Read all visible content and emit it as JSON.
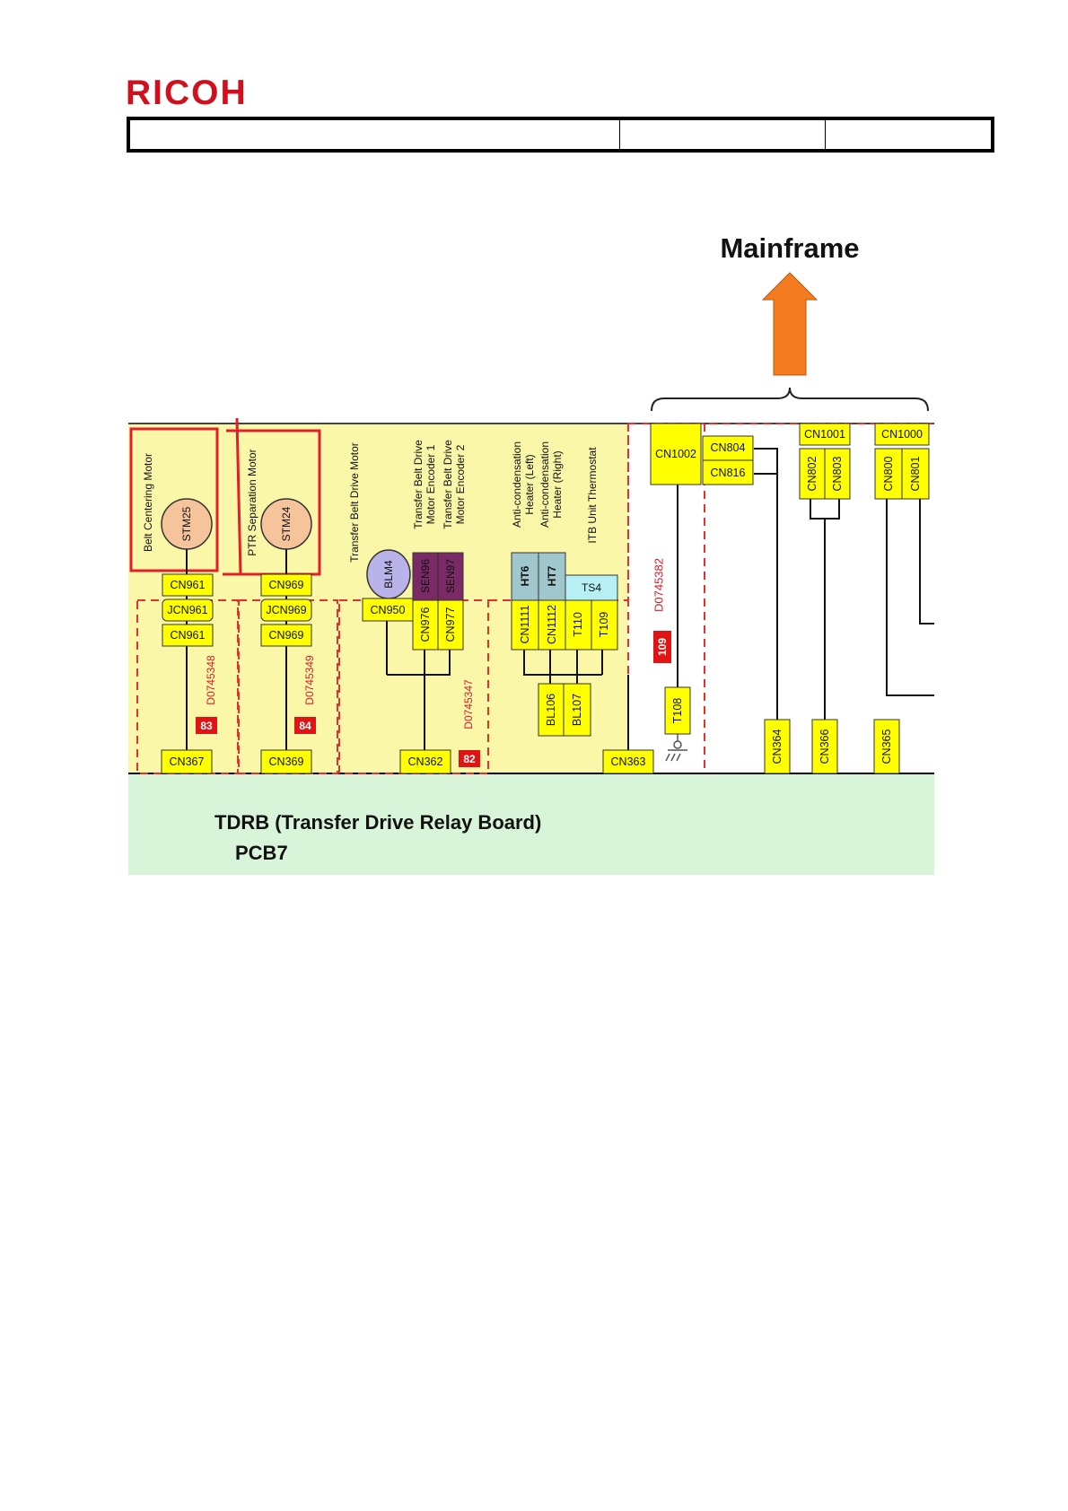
{
  "header": {
    "logo_text": "RICOH",
    "table_cells": [
      "",
      "",
      ""
    ]
  },
  "colors": {
    "logo_red": "#d0101c",
    "panel_yellow": "#fbf7a8",
    "board_green": "#d9f5d9",
    "connector_yellow": "#ffff00",
    "motor_orange": "#f6c49b",
    "motor_purple": "#b9b3ea",
    "sensor_purple": "#7a2a64",
    "heater_blue": "#9fc7cc",
    "thermostat_cyan": "#b7f0f4",
    "arrow_orange": "#f47b20",
    "highlight_red": "#e01f2a"
  },
  "diagram": {
    "mainframe_label": "Mainframe",
    "board_title": "TDRB (Transfer Drive Relay Board)",
    "board_code": "PCB7",
    "components": {
      "belt_centering_motor": "Belt Centering Motor",
      "stm25": "STM25",
      "ptr_separation_motor": "PTR Separation Motor",
      "stm24": "STM24",
      "transfer_belt_drive_motor": "Transfer Belt Drive Motor",
      "blm4": "BLM4",
      "encoder1_line1": "Transfer Belt Drive",
      "encoder1_line2": "Motor Encoder 1",
      "encoder2_line1": "Transfer Belt Drive",
      "encoder2_line2": "Motor Encoder 2",
      "sen96": "SEN96",
      "sen97": "SEN97",
      "heater_left_line1": "Anti-condensation",
      "heater_left_line2": "Heater (Left)",
      "heater_right_line1": "Anti-condensation",
      "heater_right_line2": "Heater (Right)",
      "thermostat": "ITB Unit Thermostat",
      "ht6": "HT6",
      "ht7": "HT7",
      "ts4": "TS4"
    },
    "connectors": {
      "cn961_top": "CN961",
      "jcn961": "JCN961",
      "cn961_bottom": "CN961",
      "cn969_top": "CN969",
      "jcn969": "JCN969",
      "cn969_bottom": "CN969",
      "cn950": "CN950",
      "cn976": "CN976",
      "cn977": "CN977",
      "cn1111": "CN1111",
      "cn1112": "CN1112",
      "t110": "T110",
      "t109": "T109",
      "bl106": "BL106",
      "bl107": "BL107",
      "t108": "T108",
      "cn1002": "CN1002",
      "cn804": "CN804",
      "cn816": "CN816",
      "cn1001": "CN1001",
      "cn802": "CN802",
      "cn803": "CN803",
      "cn1000": "CN1000",
      "cn800": "CN800",
      "cn801": "CN801",
      "cn367": "CN367",
      "cn369": "CN369",
      "cn362": "CN362",
      "cn363": "CN363",
      "cn364": "CN364",
      "cn366": "CN366",
      "cn365": "CN365"
    },
    "harnesses": {
      "h1": "D0745348",
      "h2": "D0745349",
      "h3": "D0745347",
      "h4": "D0745382"
    },
    "badges": {
      "b83": "83",
      "b84": "84",
      "b82": "82",
      "b109": "109"
    }
  }
}
